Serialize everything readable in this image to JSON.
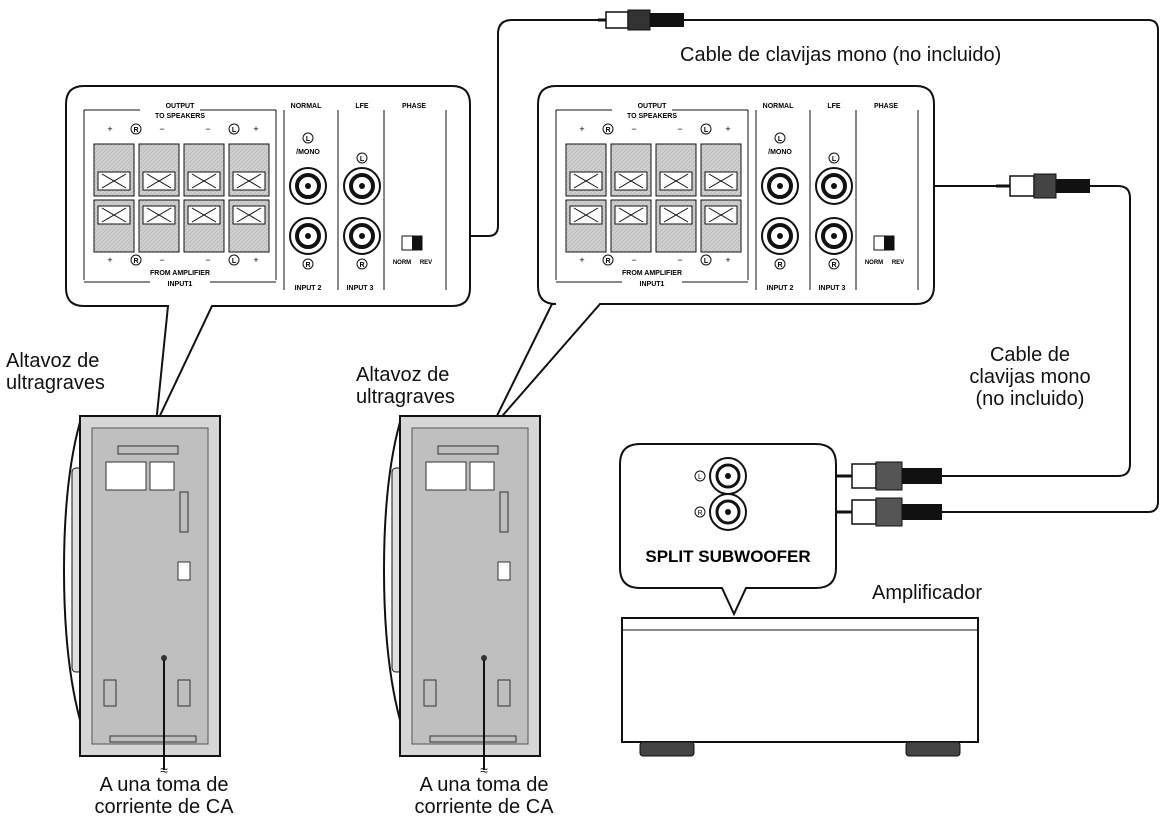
{
  "labels": {
    "cable_top": "Cable de clavijas mono (no incluido)",
    "cable_right": [
      "Cable de",
      "clavijas mono",
      "(no incluido)"
    ],
    "subwoofer_1": [
      "Altavoz de",
      "ultragraves"
    ],
    "subwoofer_2": [
      "Altavoz de",
      "ultragraves"
    ],
    "outlet_1": [
      "A una toma de",
      "corriente de CA"
    ],
    "outlet_2": [
      "A una toma de",
      "corriente de CA"
    ],
    "amplifier": "Amplificador",
    "split_subwoofer": "SPLIT SUBWOOFER"
  },
  "panel": {
    "output_title": "OUTPUT",
    "to_speakers": "TO SPEAKERS",
    "normal": "NORMAL",
    "lfe": "LFE",
    "phase": "PHASE",
    "from_amplifier": "FROM AMPLIFIER",
    "input1": "INPUT1",
    "input2": "INPUT 2",
    "input3": "INPUT 3",
    "mono": "/MONO",
    "norm": "NORM",
    "rev": "REV",
    "jack_L": "L",
    "jack_R": "R"
  },
  "icons": [
    "rca-plug-icon",
    "rca-jack-icon",
    "speaker-terminal-icon",
    "phase-switch-icon",
    "power-cord-icon"
  ],
  "colors": {
    "line": "#111111",
    "cabinet": "#c8c8c8",
    "panel_bg": "#ffffff"
  }
}
